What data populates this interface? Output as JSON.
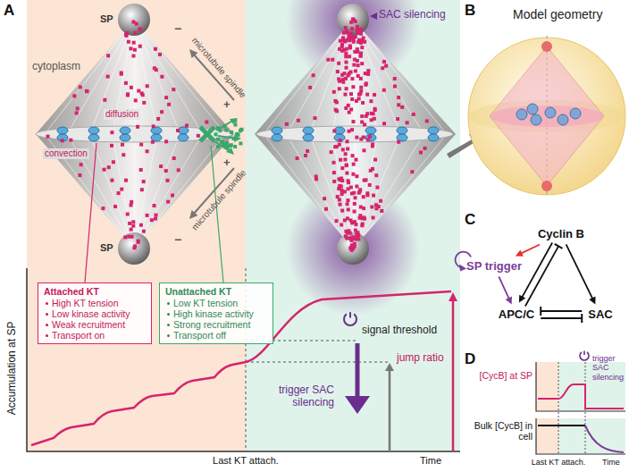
{
  "diagram": {
    "nodes": [
      {
        "text": [
          "Attached KT",
          "High KT tension",
          "Low kinase activity",
          "Weak recruitment",
          "Transport on"
        ]
      },
      {
        "text": [
          "Unattached KT",
          "Low KT tension",
          "High kinase activity",
          "Strong recruitment",
          "Transport off"
        ]
      },
      {
        "text": [
          "Cyclin B"
        ]
      },
      {
        "text": [
          "SP trigger"
        ]
      },
      {
        "text": [
          "APC/C"
        ]
      },
      {
        "text": [
          "SAC"
        ]
      }
    ],
    "edges": [
      {
        "from": 2,
        "to": 3,
        "arrow": "to"
      },
      {
        "from": 3,
        "to": 4,
        "arrow": "to"
      },
      {
        "from": 2,
        "to": 4,
        "arrow": "to"
      },
      {
        "from": 4,
        "to": 2,
        "arrow": "to"
      },
      {
        "from": 2,
        "to": 5,
        "arrow": "to"
      },
      {
        "from": 5,
        "to": 4,
        "arrow": "to"
      },
      {
        "from": 4,
        "to": 5,
        "arrow": "to"
      }
    ],
    "labels": [
      "A",
      "SP",
      "cytoplasm",
      "microtubule spindle",
      "−",
      "+",
      "convection",
      "diffusion",
      "microtubule spindle",
      "−",
      "+",
      "SP",
      "SAC silencing",
      "Accumulation at SP",
      "signal threshold",
      "trigger SAC silencing",
      "jump ratio",
      "Last KT attach.",
      "Time",
      "B",
      "Model geometry",
      "C",
      "D",
      "[CycB] at SP",
      "trigger SAC silencing",
      "Bulk [CycB] in cell",
      "Last KT attach.",
      "Time"
    ]
  }
}
